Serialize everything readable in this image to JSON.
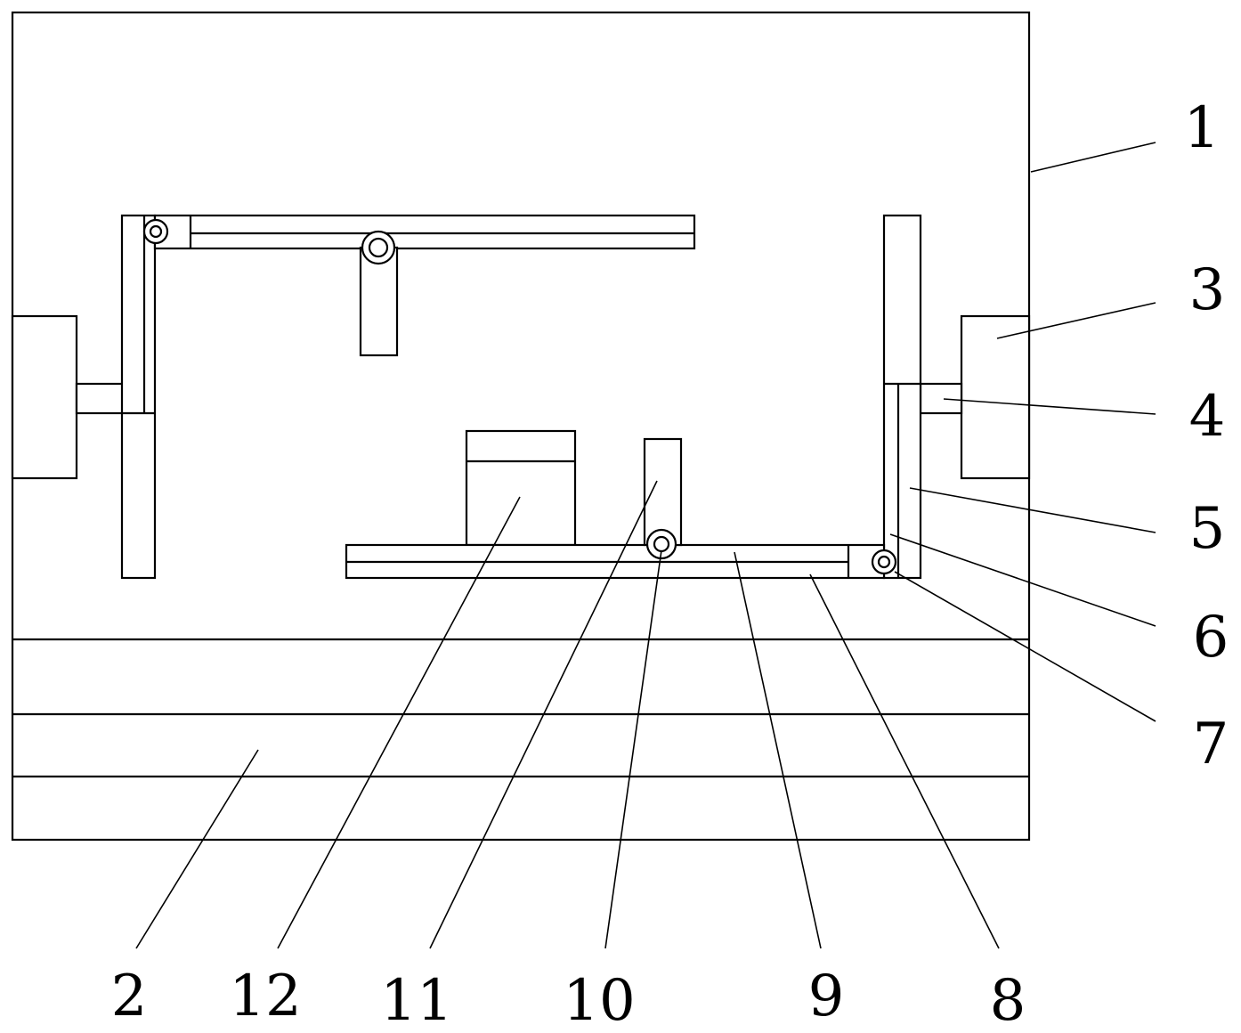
{
  "figure": {
    "reference_numerals": {
      "n1": "1",
      "n2": "2",
      "n3": "3",
      "n4": "4",
      "n5": "5",
      "n6": "6",
      "n7": "7",
      "n8": "8",
      "n9": "9",
      "n10": "10",
      "n11": "11",
      "n12": "12"
    }
  }
}
